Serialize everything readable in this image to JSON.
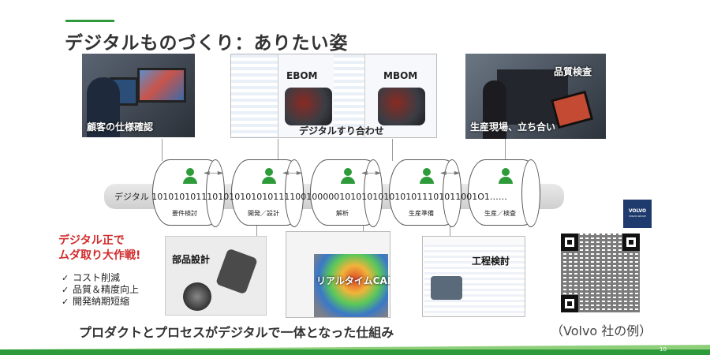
{
  "slide": {
    "title": "デジタルものづくり：ありたい姿",
    "top_photos": {
      "customer": "顧客の仕様確認",
      "ebom": "EBOM",
      "mbom": "MBOM",
      "digital_alignment": "デジタルすり合わせ",
      "quality": "品質検査",
      "production_site": "生産現場、立ち合い"
    },
    "pipe": {
      "text": "デジタル 10101010111010101010101111001000001010101010101011101011001O1……",
      "steps": [
        "要件検討",
        "開発／設計",
        "解析",
        "生産準備",
        "生産／検査"
      ]
    },
    "slogan": {
      "line1": "デジタル正で",
      "line2": "ムダ取り大作戦!"
    },
    "checks": {
      "mark": "✓",
      "items": [
        "コスト削減",
        "品質＆精度向上",
        "開発納期短縮"
      ]
    },
    "bottom_photos": {
      "parts": "部品設計",
      "cae": "リアルタイムCAE",
      "process": "工程検討"
    },
    "logo": {
      "name": "VOLVO",
      "sub": "VOLVO GROUP"
    },
    "bottom_message": "プロダクトとプロセスがデジタルで一体となった仕組み",
    "volvo_example": "（Volvo 社の例）",
    "page_number": "10",
    "colors": {
      "accent_green": "#2e9b3a",
      "slogan_red": "#d12b2b",
      "volvo_blue": "#1f3b6e"
    }
  }
}
